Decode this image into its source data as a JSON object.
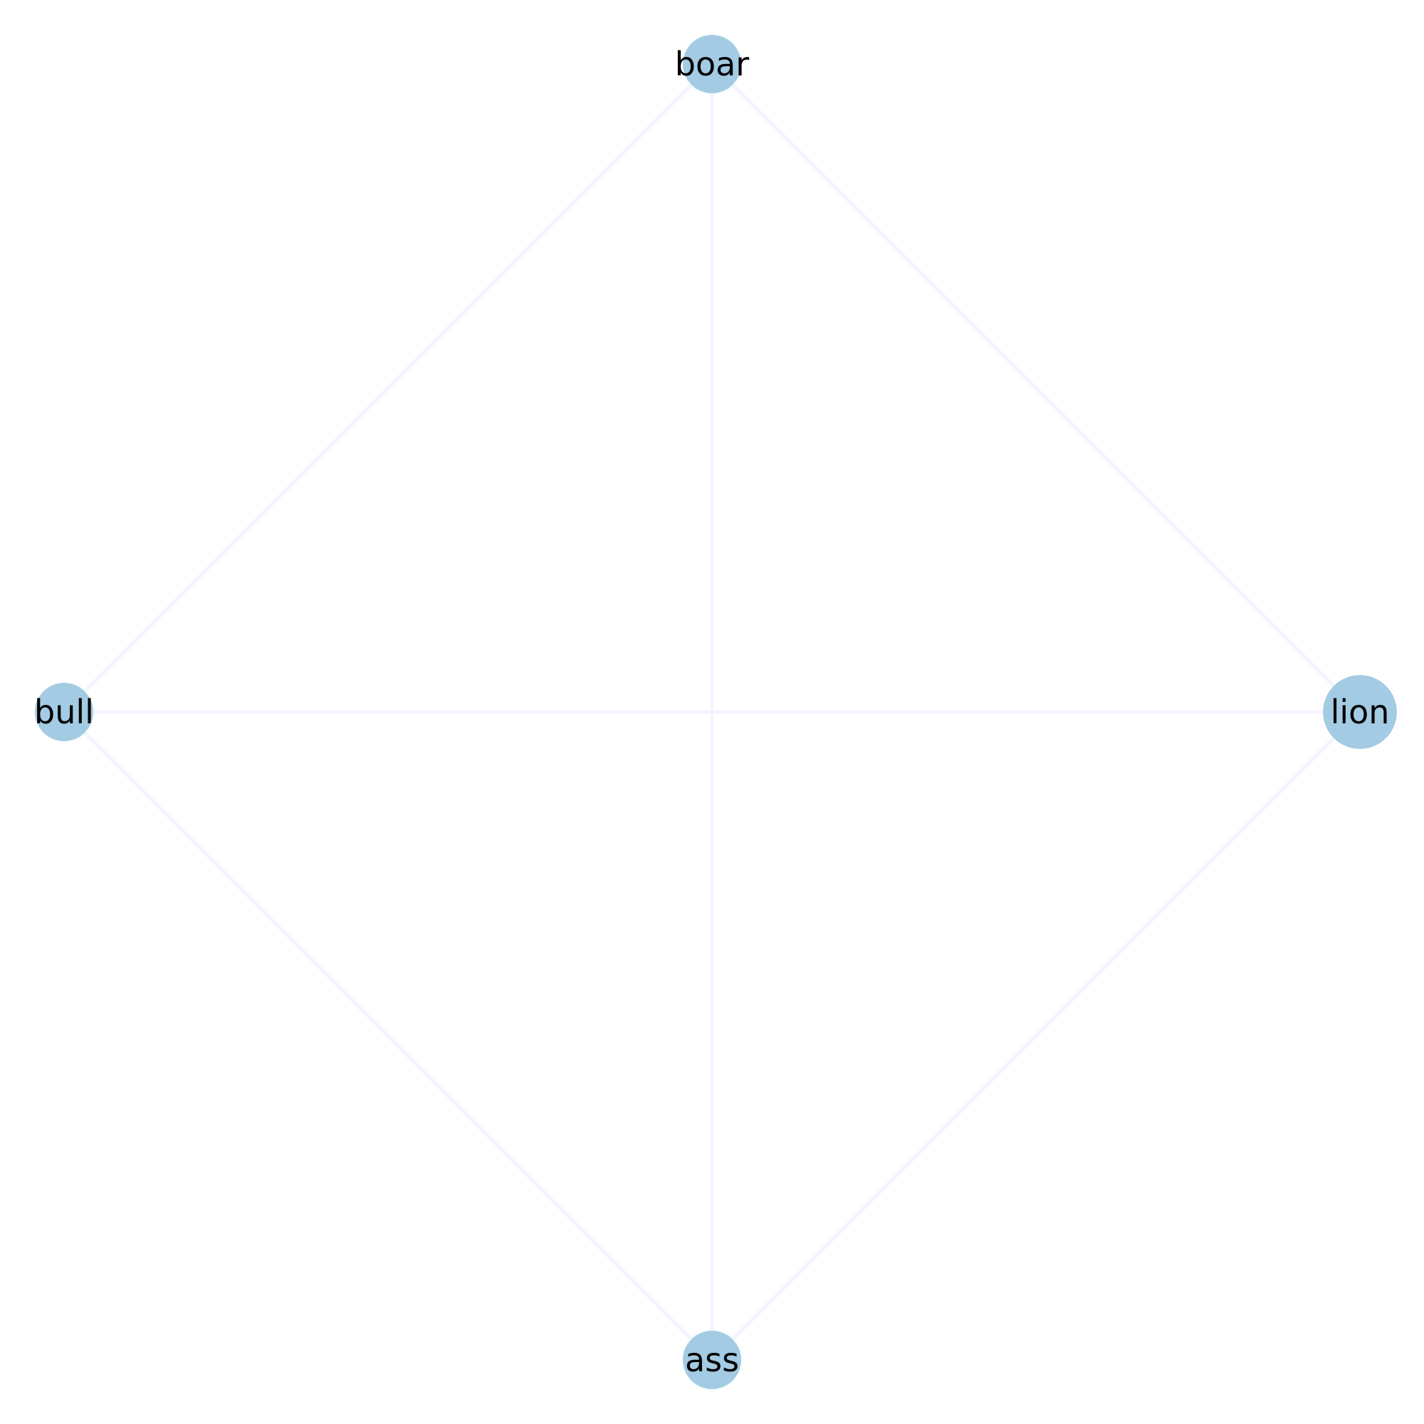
{
  "diagram": {
    "type": "network-graph",
    "layout": "circular",
    "colors": {
      "background": "#ffffff",
      "node_fill": "#a3cbe3",
      "edge": "#f3f4ff",
      "label": "#000000"
    },
    "nodes": [
      {
        "id": "boar",
        "label": "boar",
        "weight": 1.0
      },
      {
        "id": "bull",
        "label": "bull",
        "weight": 1.0
      },
      {
        "id": "lion",
        "label": "lion",
        "weight": 1.6
      },
      {
        "id": "ass",
        "label": "ass",
        "weight": 1.0
      }
    ],
    "edges": [
      {
        "source": "boar",
        "target": "bull"
      },
      {
        "source": "boar",
        "target": "lion"
      },
      {
        "source": "boar",
        "target": "ass"
      },
      {
        "source": "bull",
        "target": "lion"
      },
      {
        "source": "bull",
        "target": "ass"
      },
      {
        "source": "lion",
        "target": "ass"
      }
    ]
  }
}
